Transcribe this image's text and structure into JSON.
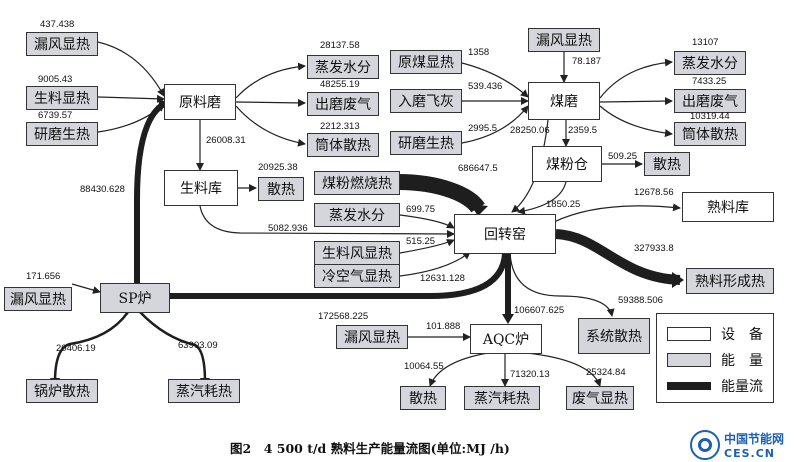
{
  "nodes": {
    "raw_mill": "原料磨",
    "raw_silo": "生料库",
    "sp_furnace": "SP炉",
    "coal_mill": "煤磨",
    "coal_bin": "煤粉仓",
    "kiln": "回转窑",
    "clinker_silo": "熟料库",
    "aqc_furnace": "AQC炉"
  },
  "energies": {
    "raw_leak_air": "漏风显热",
    "raw_meal_heat": "生料显热",
    "raw_grind_heat": "研磨生热",
    "raw_evap": "蒸发水分",
    "raw_exhaust": "出磨废气",
    "raw_shell": "筒体散热",
    "silo_loss": "散热",
    "coal_leak_air": "漏风显热",
    "coal_raw_heat": "原煤显热",
    "coal_fly_ash": "入磨飞灰",
    "coal_grind_heat": "研磨生热",
    "coal_evap": "蒸发水分",
    "coal_exhaust": "出磨废气",
    "coal_shell": "筒体散热",
    "bin_loss": "散热",
    "coal_combustion": "煤粉燃烧热",
    "kiln_evap": "蒸发水分",
    "meal_air_heat": "生料风显热",
    "cold_air_heat": "冷空气显热",
    "clinker_heat": "熟料形成热",
    "sp_leak_air": "漏风显热",
    "boiler_loss": "锅炉散热",
    "steam_sp": "蒸汽耗热",
    "aqc_leak_air": "漏风显热",
    "system_loss": "系统散热",
    "aqc_loss": "散热",
    "steam_aqc": "蒸汽耗热",
    "waste_gas": "废气显热"
  },
  "values": {
    "raw_leak_air": "437.438",
    "raw_meal_heat": "9005.43",
    "raw_grind_heat": "6739.57",
    "raw_evap": "28137.58",
    "raw_exhaust": "48255.19",
    "raw_shell": "2212.313",
    "raw_to_silo": "26008.31",
    "silo_loss": "20925.38",
    "sp_to_raw": "88430.628",
    "silo_to_kiln": "5082.936",
    "coal_raw_heat": "1358",
    "coal_leak_air": "78.187",
    "coal_fly_ash": "539.436",
    "coal_grind_heat": "2995.5",
    "coal_evap": "13107",
    "coal_exhaust": "7433.25",
    "coal_shell": "10319.44",
    "coal_to_kiln": "28250.06",
    "coal_to_bin": "2359.5",
    "bin_loss": "509.25",
    "bin_to_kiln": "1850.25",
    "coal_combustion": "686647.5",
    "kiln_evap": "699.75",
    "meal_air_heat": "515.25",
    "cold_air_heat": "12631.128",
    "clinker_silo": "12678.56",
    "clinker_heat": "327933.8",
    "sp_leak_air": "171.656",
    "kiln_to_sp": "172568.225",
    "kiln_to_aqc": "106607.625",
    "system_loss": "59388.506",
    "aqc_leak_air": "101.888",
    "boiler_loss": "20406.19",
    "steam_sp": "63903.09",
    "aqc_loss": "10064.55",
    "steam_aqc": "71320.13",
    "waste_gas": "25324.84"
  },
  "legend": {
    "equipment": "设　备",
    "energy": "能　量",
    "flow": "能量流"
  },
  "caption": "图2　4 500 t/d 熟料生产能量流图(单位:MJ /h)",
  "logo": {
    "name": "中国节能网",
    "domain": "CES.CN"
  }
}
